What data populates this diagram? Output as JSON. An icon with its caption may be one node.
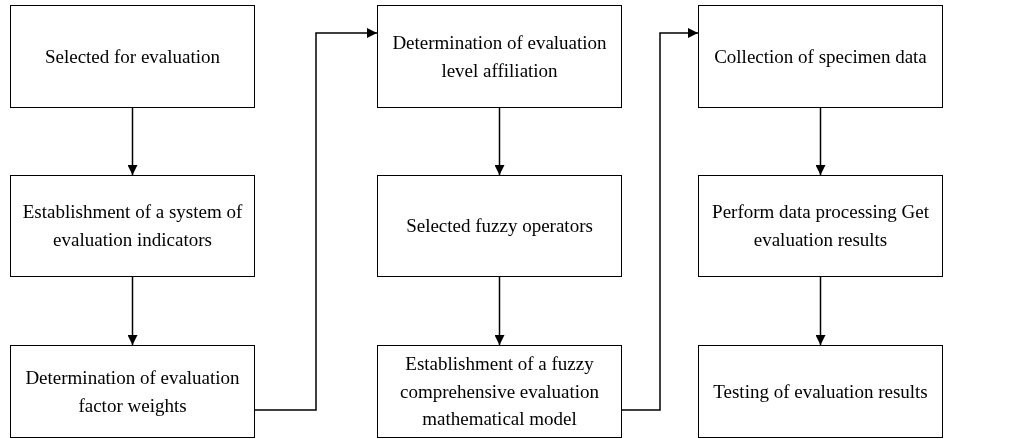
{
  "diagram": {
    "nodes": [
      {
        "text": [
          "Selected for evaluation"
        ]
      },
      {
        "text": [
          "Establishment of a system of evaluation indicators"
        ]
      },
      {
        "text": [
          "Determination of evaluation factor weights"
        ]
      },
      {
        "text": [
          "Determination of evaluation level affiliation"
        ]
      },
      {
        "text": [
          "Selected fuzzy operators"
        ]
      },
      {
        "text": [
          "Establishment of a fuzzy comprehensive evaluation mathematical model"
        ]
      },
      {
        "text": [
          "Collection of specimen data"
        ]
      },
      {
        "text": [
          "Perform data processing Get evaluation results"
        ]
      },
      {
        "text": [
          "Testing of evaluation results"
        ]
      }
    ],
    "edges": [
      {
        "from": 0,
        "to": 1,
        "arrow": "to"
      },
      {
        "from": 1,
        "to": 2,
        "arrow": "to"
      },
      {
        "from": 2,
        "to": 3,
        "arrow": "to"
      },
      {
        "from": 3,
        "to": 4,
        "arrow": "to"
      },
      {
        "from": 4,
        "to": 5,
        "arrow": "to"
      },
      {
        "from": 5,
        "to": 6,
        "arrow": "to"
      },
      {
        "from": 6,
        "to": 7,
        "arrow": "to"
      },
      {
        "from": 7,
        "to": 8,
        "arrow": "to"
      }
    ]
  }
}
